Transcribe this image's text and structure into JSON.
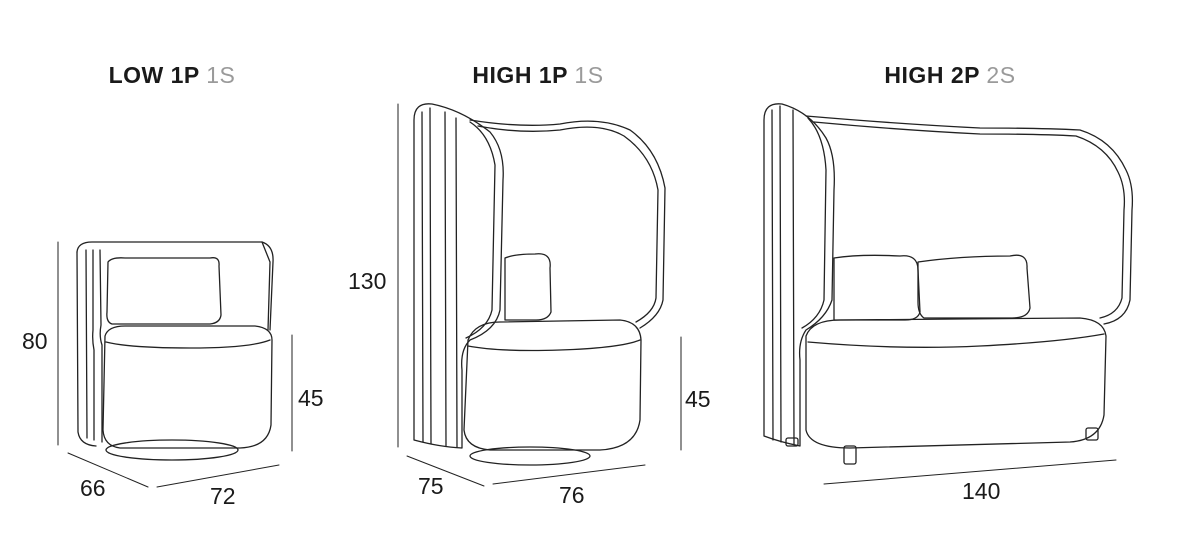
{
  "products": [
    {
      "name": "LOW 1P",
      "code": "1S",
      "dimensions": {
        "height": "80",
        "seat_height": "45",
        "depth": "66",
        "width": "72"
      }
    },
    {
      "name": "HIGH 1P",
      "code": "1S",
      "dimensions": {
        "height": "130",
        "seat_height": "45",
        "depth": "75",
        "width": "76"
      }
    },
    {
      "name": "HIGH 2P",
      "code": "2S",
      "dimensions": {
        "width": "140"
      }
    }
  ]
}
